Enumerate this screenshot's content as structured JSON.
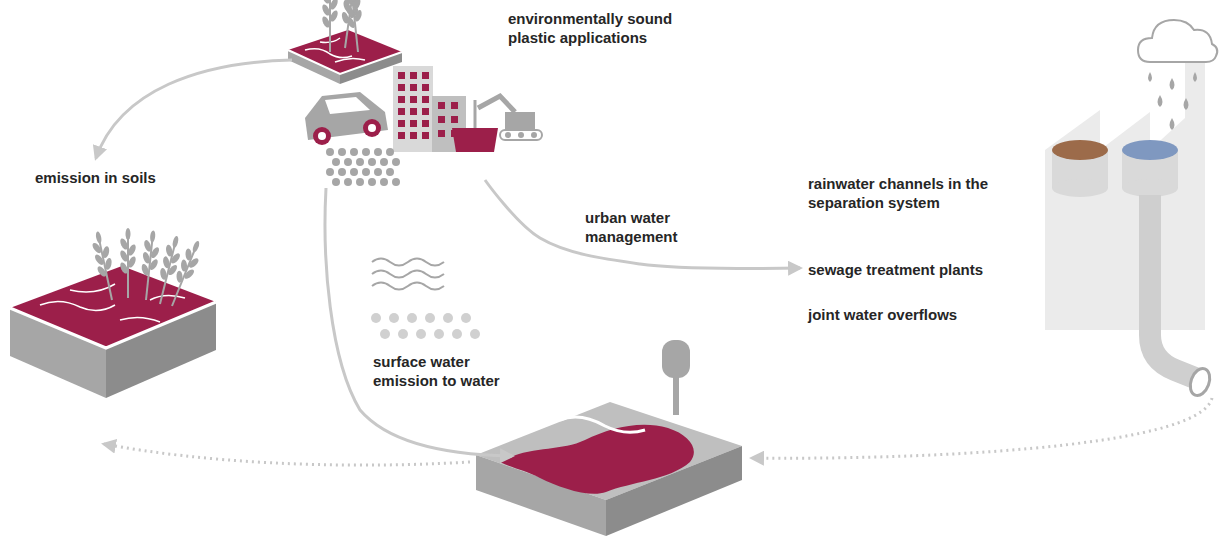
{
  "diagram": {
    "nodes": [
      {
        "text": [
          "environmentally sound plastic applications"
        ]
      },
      {
        "text": [
          "rainwater channels in the separation system",
          "sewage treatment plants",
          "joint water overflows"
        ]
      }
    ],
    "edges": [
      {
        "from": 0,
        "to": 1,
        "arrow": "to",
        "label": "urban water management"
      }
    ],
    "labels": [
      "emission in soils",
      "surface water",
      "emission to water"
    ]
  }
}
